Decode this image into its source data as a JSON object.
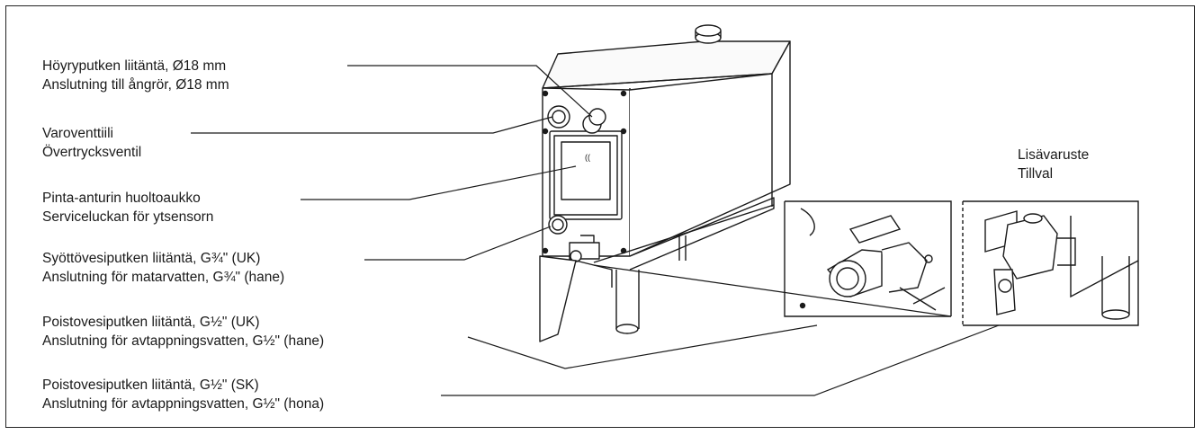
{
  "labels": [
    {
      "fi": "Höyryputken liitäntä, Ø18 mm",
      "sv": "Anslutning till ångrör, Ø18 mm"
    },
    {
      "fi": "Varoventtiili",
      "sv": "Övertrycksventil"
    },
    {
      "fi": "Pinta-anturin huoltoaukko",
      "sv": "Serviceluckan för ytsensorn"
    },
    {
      "fi": "Syöttövesiputken liitäntä, G¾\" (UK)",
      "sv": "Anslutning för matarvatten, G¾\" (hane)"
    },
    {
      "fi": "Poistovesiputken liitäntä, G½\" (UK)",
      "sv": "Anslutning för avtappningsvatten, G½\" (hane)"
    },
    {
      "fi": "Poistovesiputken liitäntä, G½\" (SK)",
      "sv": "Anslutning för avtappningsvatten, G½\" (hona)"
    }
  ],
  "accessory": {
    "fi": "Lisävaruste",
    "sv": "Tillval"
  },
  "colors": {
    "line": "#1a1a1a",
    "frame": "#222222"
  }
}
